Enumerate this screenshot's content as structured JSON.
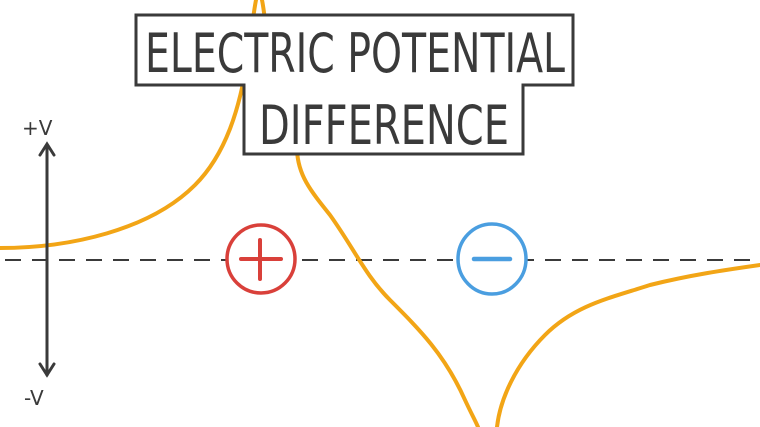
{
  "title": {
    "line1": "ELECTRIC POTENTIAL",
    "line2": "DIFFERENCE"
  },
  "axis": {
    "top_label": "+V",
    "bottom_label": "-V"
  },
  "charges": [
    {
      "sign": "+",
      "name": "positive-charge",
      "color": "#d9403a"
    },
    {
      "sign": "−",
      "name": "negative-charge",
      "color": "#4a9ee0"
    }
  ],
  "colors": {
    "curve": "#f2a516",
    "ink": "#3a3a3a"
  }
}
